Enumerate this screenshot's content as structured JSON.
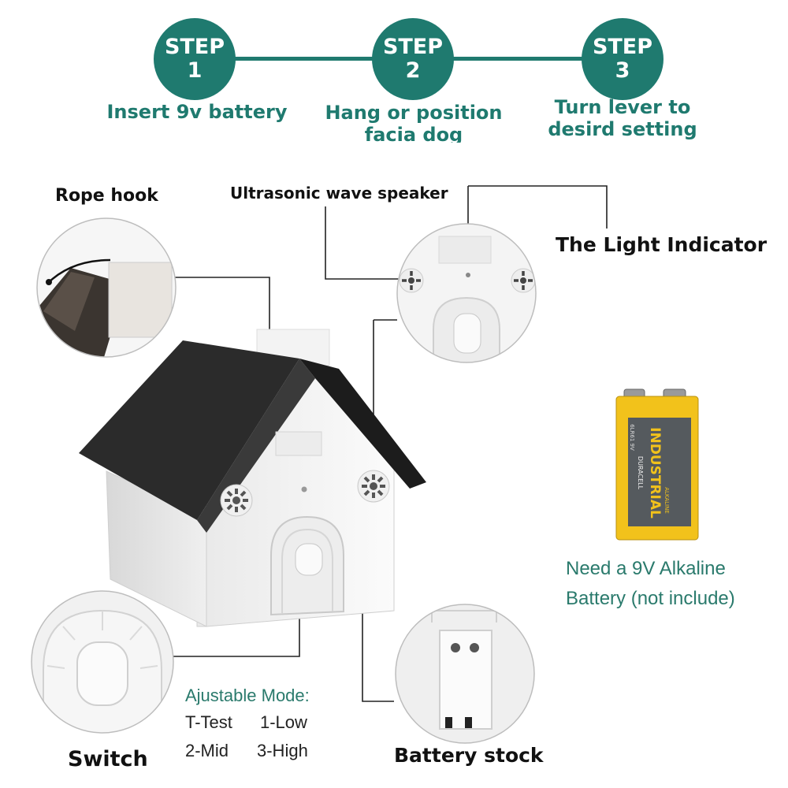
{
  "steps": [
    {
      "title": "STEP",
      "number": "1",
      "caption_line1": "Insert 9v battery",
      "caption_line2": ""
    },
    {
      "title": "STEP",
      "number": "2",
      "caption_line1": "Hang or position",
      "caption_line2": "facia dog"
    },
    {
      "title": "STEP",
      "number": "3",
      "caption_line1": "Turn lever to",
      "caption_line2": "desird setting"
    }
  ],
  "labels": {
    "rope_hook": "Rope hook",
    "speaker": "Ultrasonic wave speaker",
    "light_indicator": "The Light Indicator",
    "switch": "Switch",
    "battery_stock": "Battery stock"
  },
  "battery_note": {
    "line1": "Need a 9V Alkaline",
    "line2": "Battery (not include)"
  },
  "modes": {
    "title": "Ajustable Mode:",
    "row1_a": "T-Test",
    "row1_b": "1-Low",
    "row2_a": "2-Mid",
    "row2_b": "3-High"
  },
  "battery_print": {
    "brand": "INDUSTRIAL",
    "maker": "DURACELL",
    "type": "ALKALINE",
    "voltage": "6LR61 9V"
  },
  "colors": {
    "accent": "#1f7a6f",
    "note_text": "#2a7a6c",
    "roof": "#2b2b2b",
    "battery_yellow": "#f2c21b"
  }
}
